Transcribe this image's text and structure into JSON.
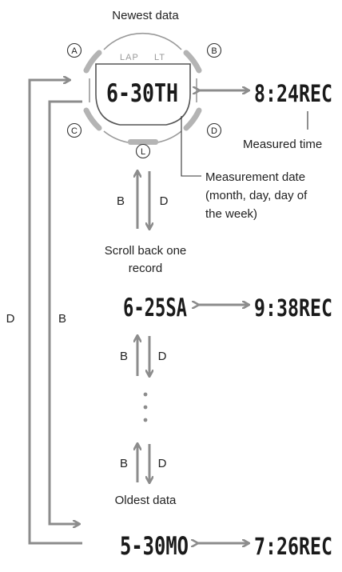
{
  "labels": {
    "newest": "Newest data",
    "scroll_back_1": "Scroll back one",
    "scroll_back_2": "record",
    "oldest": "Oldest data",
    "measured_time": "Measured time",
    "measurement_date_1": "Measurement date",
    "measurement_date_2": "(month, day, day of",
    "measurement_date_3": "the week)"
  },
  "buttons": {
    "a": "A",
    "b": "B",
    "c": "C",
    "d": "D",
    "l": "L"
  },
  "watch": {
    "top_left": "LAP",
    "top_right": "LT"
  },
  "records": [
    {
      "date": "6-30TH",
      "time": "8:24REC"
    },
    {
      "date": "6-25SA",
      "time": "9:38REC"
    },
    {
      "date": "5-30MO",
      "time": "7:26REC"
    }
  ],
  "keys": {
    "up": "B",
    "down": "D",
    "loop_left": "D",
    "loop_right": "B"
  },
  "colors": {
    "arrow": "#8c8c8c",
    "bezel": "#b4b4b4",
    "text": "#222222"
  }
}
